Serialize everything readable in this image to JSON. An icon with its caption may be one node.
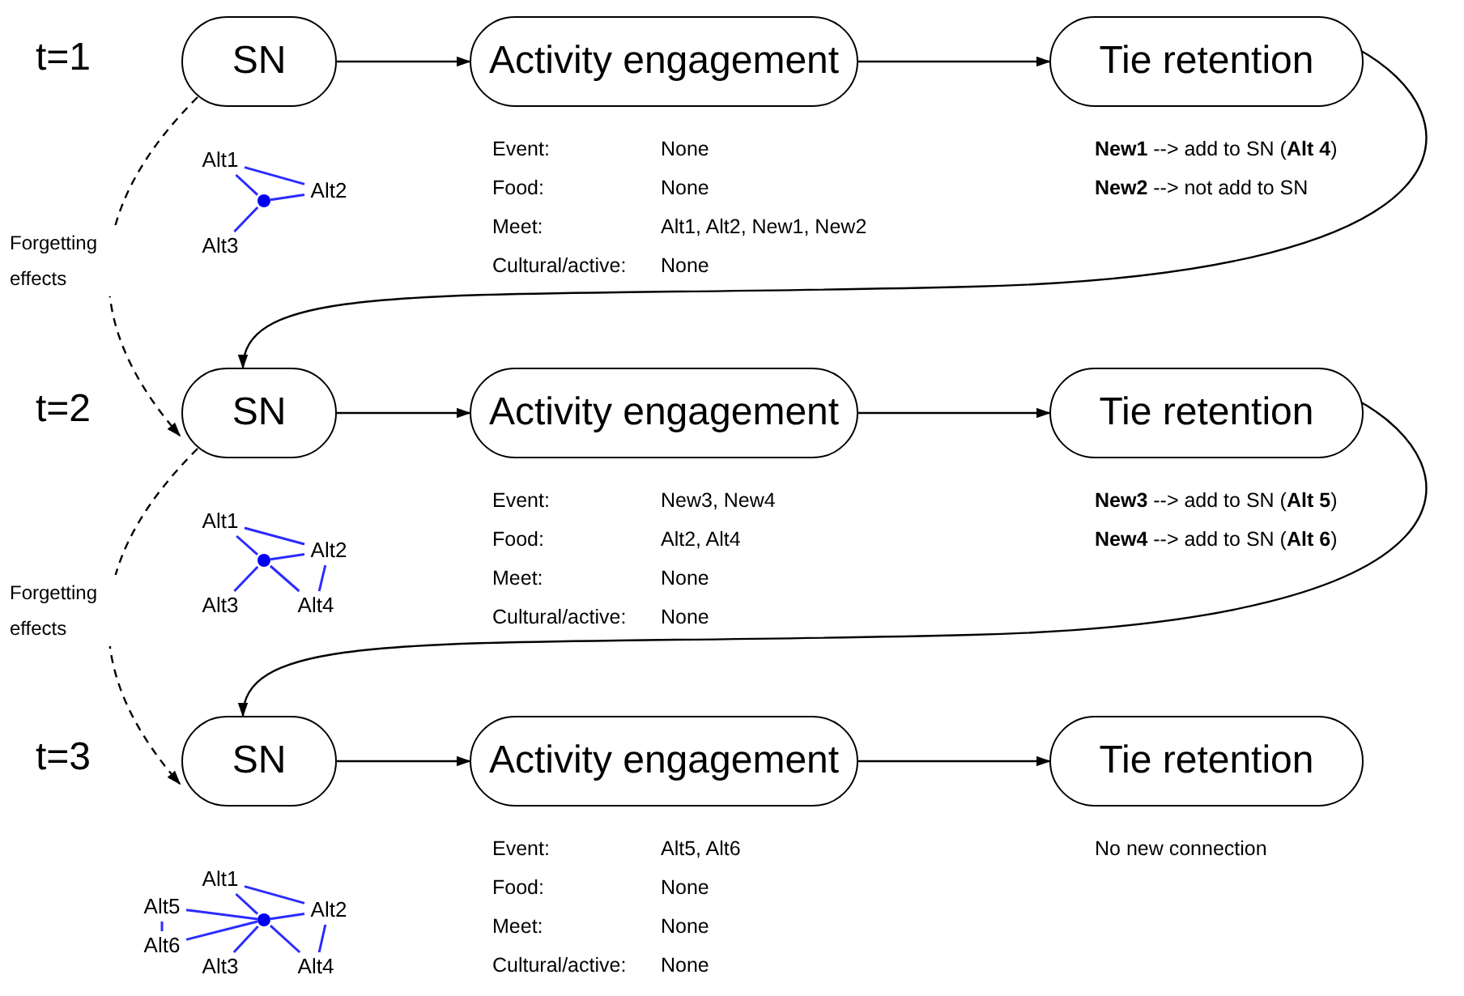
{
  "diagram": {
    "nodes": [
      {
        "text": [
          "SN"
        ]
      },
      {
        "text": [
          "Activity engagement"
        ],
        "beside": [
          "Event:",
          "None",
          "Food:",
          "None",
          "Meet:",
          "Alt1, Alt2, New1, New2",
          "Cultural/active:",
          "None"
        ]
      },
      {
        "text": [
          "Tie retention"
        ],
        "beside": [
          "**New1** --> add to SN (**Alt 4**)",
          "**New2** --> not add to SN"
        ]
      },
      {
        "text": [
          "Alt1"
        ]
      },
      {
        "text": [
          "Alt2"
        ]
      },
      {
        "text": [],
        "shape": "circle"
      },
      {
        "text": [
          "Alt3"
        ]
      },
      {
        "text": [
          "SN"
        ]
      },
      {
        "text": [
          "Activity engagement"
        ],
        "beside": [
          "Event:",
          "New3, New4",
          "Food:",
          "Alt2, Alt4",
          "Meet:",
          "None",
          "Cultural/active:",
          "None"
        ]
      },
      {
        "text": [
          "Tie retention"
        ],
        "beside": [
          "**New3** -->  add to SN (**Alt 5**)",
          "**New4** --> add to SN (**Alt 6**)"
        ]
      },
      {
        "text": [
          "Alt1"
        ]
      },
      {
        "text": [
          "Alt2"
        ]
      },
      {
        "text": [],
        "shape": "circle"
      },
      {
        "text": [
          "Alt3"
        ]
      },
      {
        "text": [
          "Alt4"
        ]
      },
      {
        "text": [
          "SN"
        ]
      },
      {
        "text": [
          "Activity engagement"
        ],
        "beside": [
          "Event:",
          "Alt5, Alt6",
          "Food:",
          "None",
          "Meet:",
          "None",
          "Cultural/active:",
          "None"
        ]
      },
      {
        "text": [
          "Tie retention"
        ],
        "beside": [
          "No new connection"
        ]
      },
      {
        "text": [
          "Alt1"
        ]
      },
      {
        "text": [
          "Alt5"
        ]
      },
      {
        "text": [
          "Alt2"
        ]
      },
      {
        "text": [],
        "shape": "circle"
      },
      {
        "text": [
          "Alt6"
        ]
      },
      {
        "text": [
          "Alt3"
        ]
      },
      {
        "text": [
          "Alt4"
        ]
      }
    ],
    "edges": [
      {
        "from": 0,
        "to": 1,
        "arrow": "to",
        "color": "#000000"
      },
      {
        "from": 1,
        "to": 2,
        "arrow": "to",
        "color": "#000000"
      },
      {
        "from": 2,
        "to": 7,
        "arrow": "to",
        "color": "#000000"
      },
      {
        "from": 0,
        "to": 7,
        "arrow": "to",
        "label": "Forgetting effects",
        "style": "dashed",
        "color": "#000000"
      },
      {
        "from": 7,
        "to": 8,
        "arrow": "to",
        "color": "#000000"
      },
      {
        "from": 8,
        "to": 9,
        "arrow": "to",
        "color": "#000000"
      },
      {
        "from": 9,
        "to": 15,
        "arrow": "to",
        "color": "#000000"
      },
      {
        "from": 7,
        "to": 15,
        "arrow": "to",
        "label": "Forgetting effects",
        "style": "dashed",
        "color": "#000000"
      },
      {
        "from": 15,
        "to": 16,
        "arrow": "to",
        "color": "#000000"
      },
      {
        "from": 16,
        "to": 17,
        "arrow": "to",
        "color": "#000000"
      },
      {
        "from": 3,
        "to": 4,
        "arrow": "none",
        "color": "#2b2bff"
      },
      {
        "from": 5,
        "to": 3,
        "arrow": "none",
        "color": "#2b2bff"
      },
      {
        "from": 5,
        "to": 4,
        "arrow": "none",
        "color": "#2b2bff"
      },
      {
        "from": 5,
        "to": 6,
        "arrow": "none",
        "color": "#2b2bff"
      },
      {
        "from": 10,
        "to": 11,
        "arrow": "none",
        "color": "#2b2bff"
      },
      {
        "from": 12,
        "to": 10,
        "arrow": "none",
        "color": "#2b2bff"
      },
      {
        "from": 12,
        "to": 11,
        "arrow": "none",
        "color": "#2b2bff"
      },
      {
        "from": 12,
        "to": 13,
        "arrow": "none",
        "color": "#2b2bff"
      },
      {
        "from": 12,
        "to": 14,
        "arrow": "none",
        "color": "#2b2bff"
      },
      {
        "from": 11,
        "to": 14,
        "arrow": "none",
        "color": "#2b2bff"
      },
      {
        "from": 18,
        "to": 20,
        "arrow": "none",
        "color": "#2b2bff"
      },
      {
        "from": 21,
        "to": 18,
        "arrow": "none",
        "color": "#2b2bff"
      },
      {
        "from": 21,
        "to": 20,
        "arrow": "none",
        "color": "#2b2bff"
      },
      {
        "from": 21,
        "to": 19,
        "arrow": "none",
        "color": "#2b2bff"
      },
      {
        "from": 21,
        "to": 22,
        "arrow": "none",
        "color": "#2b2bff"
      },
      {
        "from": 21,
        "to": 23,
        "arrow": "none",
        "color": "#2b2bff"
      },
      {
        "from": 21,
        "to": 24,
        "arrow": "none",
        "color": "#2b2bff"
      },
      {
        "from": 19,
        "to": 22,
        "arrow": "none",
        "color": "#2b2bff"
      },
      {
        "from": 20,
        "to": 24,
        "arrow": "none",
        "color": "#2b2bff"
      }
    ],
    "labels": [
      "t=1",
      "t=2",
      "t=3"
    ]
  }
}
